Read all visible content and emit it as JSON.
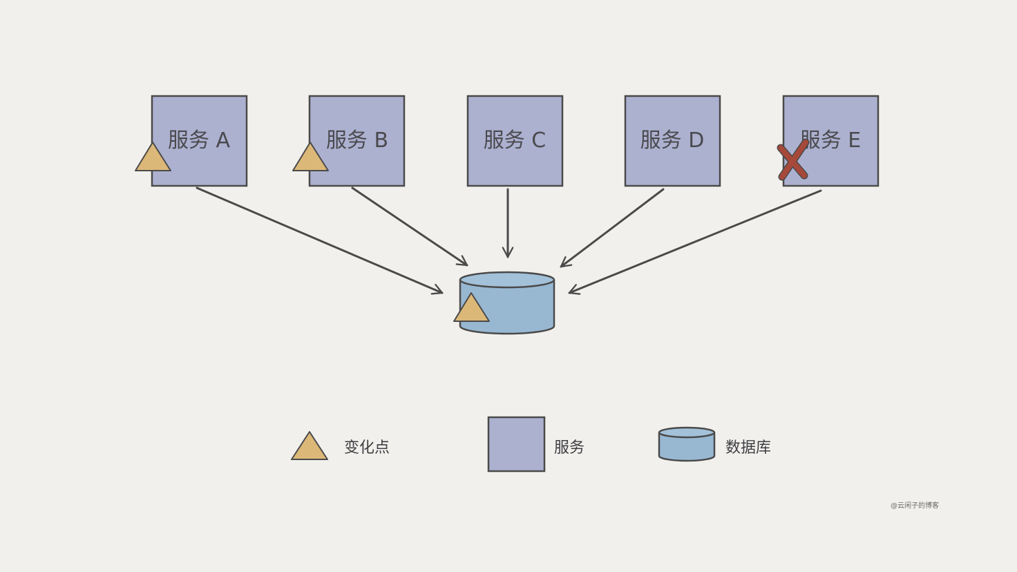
{
  "colors": {
    "background": "#f1f0ec",
    "service_fill": "#adb1d0",
    "database_fill": "#98b8d2",
    "change_point_fill": "#dcb878",
    "outline": "#4a4a4a",
    "failure_mark": "#a6493a"
  },
  "services": [
    {
      "label": "服务 A",
      "marker": "change-point"
    },
    {
      "label": "服务 B",
      "marker": "change-point"
    },
    {
      "label": "服务 C",
      "marker": "none"
    },
    {
      "label": "服务 D",
      "marker": "none"
    },
    {
      "label": "服务 E",
      "marker": "failure"
    }
  ],
  "database": {
    "marker": "change-point"
  },
  "legend": {
    "change_point": "变化点",
    "service": "服务",
    "database": "数据库"
  },
  "credit": "@云闲子的博客"
}
